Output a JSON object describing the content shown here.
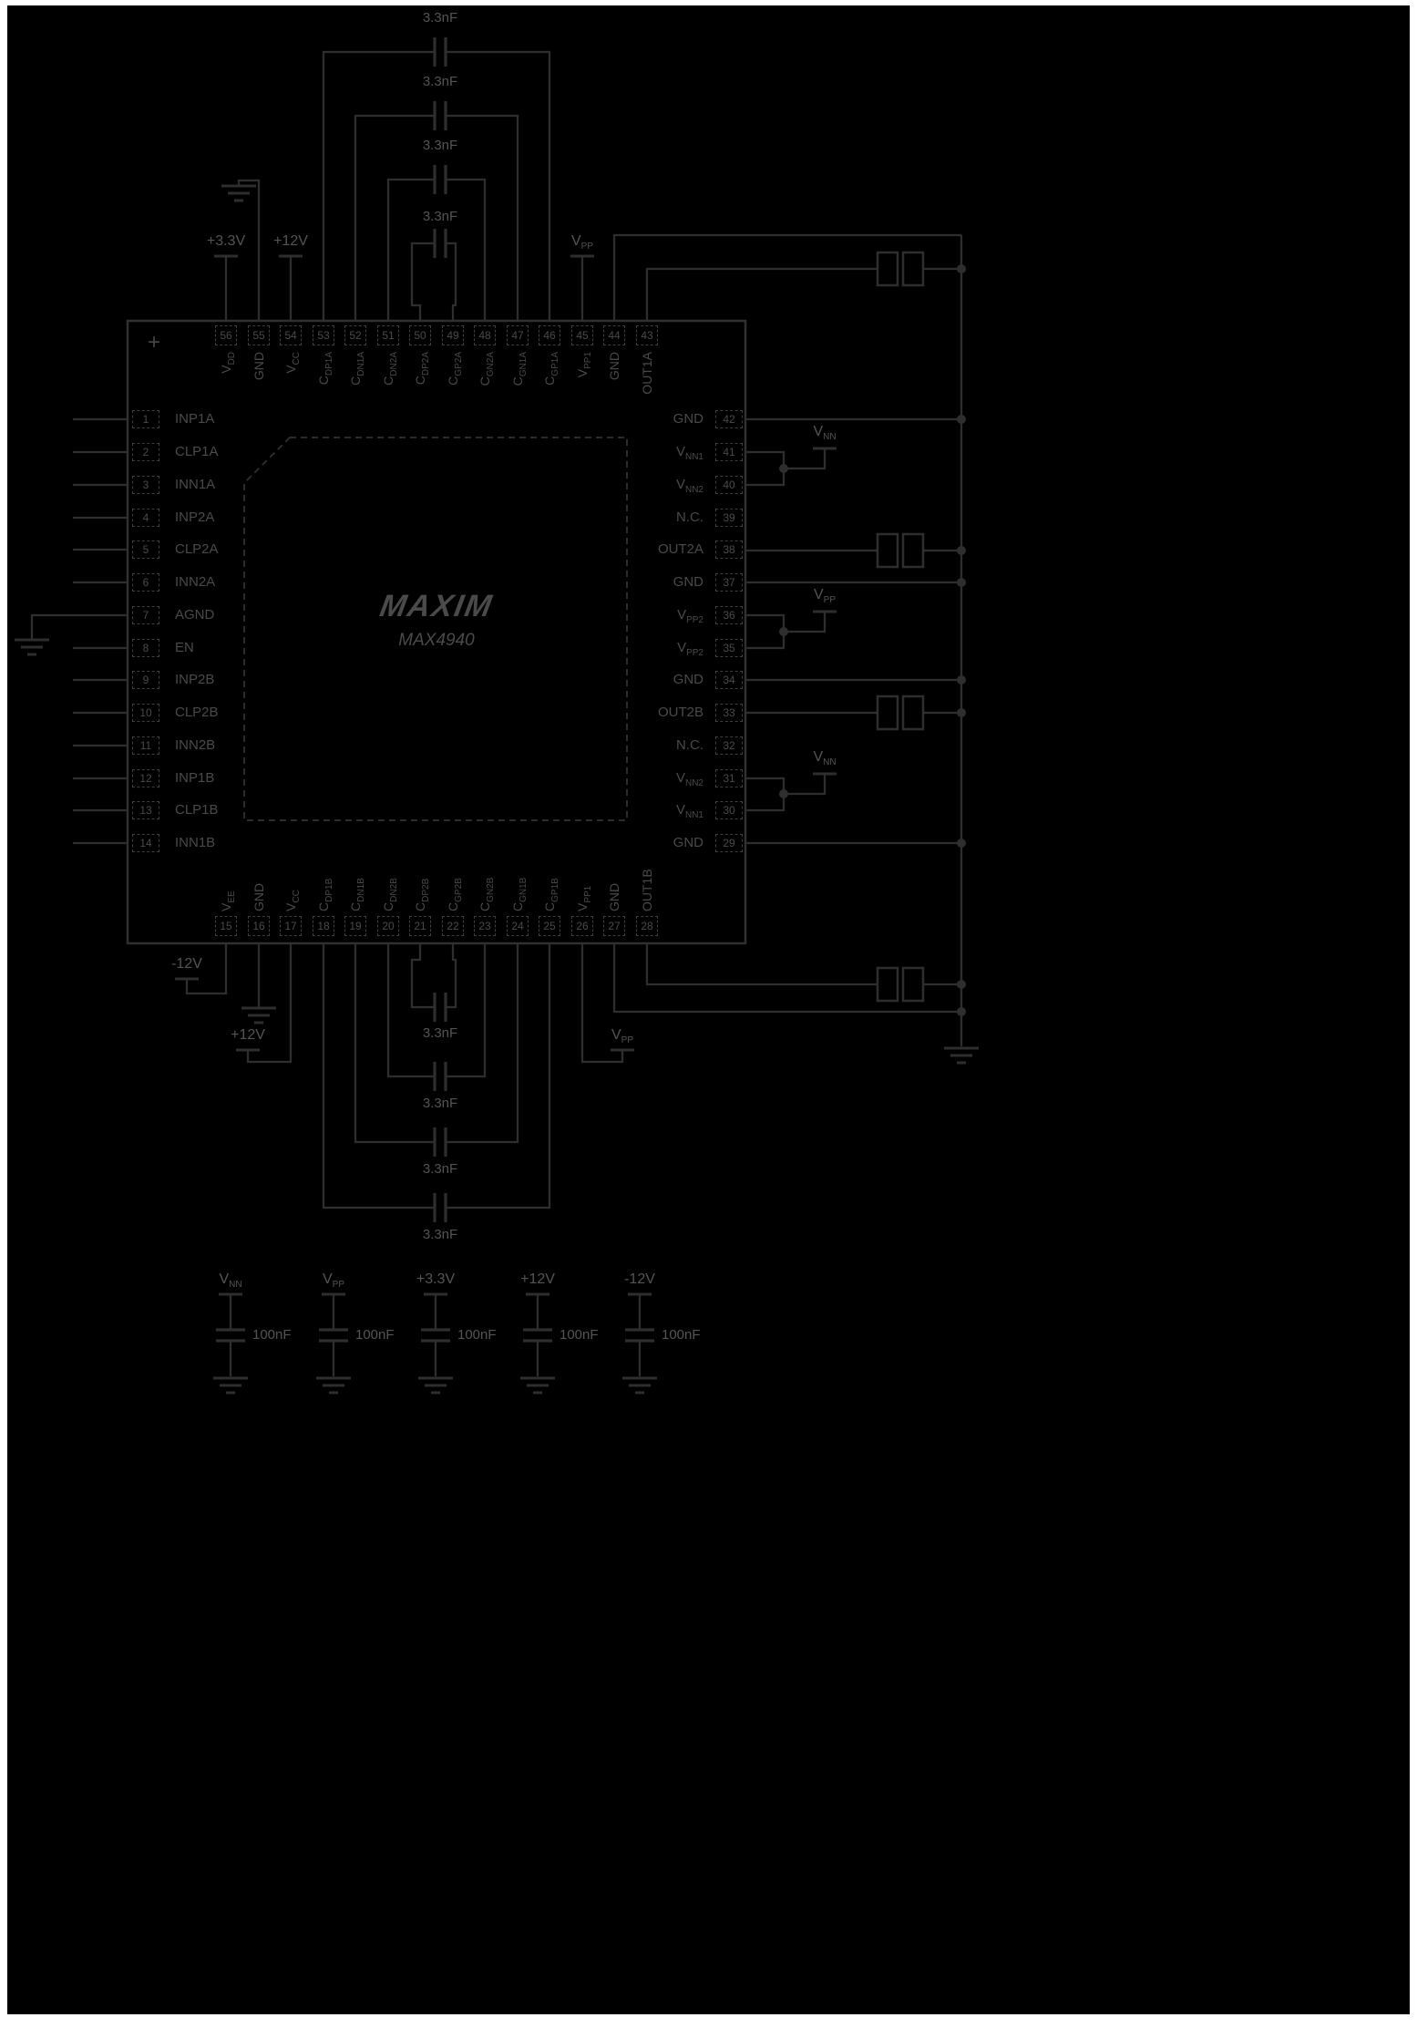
{
  "figure": {
    "logo": "MAXIM",
    "part_number": "MAX4940",
    "orientation_mark": "+"
  },
  "pins": {
    "left": [
      {
        "num": "1",
        "name": "INP1A"
      },
      {
        "num": "2",
        "name": "CLP1A"
      },
      {
        "num": "3",
        "name": "INN1A"
      },
      {
        "num": "4",
        "name": "INP2A"
      },
      {
        "num": "5",
        "name": "CLP2A"
      },
      {
        "num": "6",
        "name": "INN2A"
      },
      {
        "num": "7",
        "name": "AGND"
      },
      {
        "num": "8",
        "name": "EN"
      },
      {
        "num": "9",
        "name": "INP2B"
      },
      {
        "num": "10",
        "name": "CLP2B"
      },
      {
        "num": "11",
        "name": "INN2B"
      },
      {
        "num": "12",
        "name": "INP1B"
      },
      {
        "num": "13",
        "name": "CLP1B"
      },
      {
        "num": "14",
        "name": "INN1B"
      }
    ],
    "right": [
      {
        "num": "42",
        "name": "GND"
      },
      {
        "num": "41",
        "name": "V~NN1"
      },
      {
        "num": "40",
        "name": "V~NN2"
      },
      {
        "num": "39",
        "name": "N.C."
      },
      {
        "num": "38",
        "name": "OUT2A"
      },
      {
        "num": "37",
        "name": "GND"
      },
      {
        "num": "36",
        "name": "V~PP2"
      },
      {
        "num": "35",
        "name": "V~PP2"
      },
      {
        "num": "34",
        "name": "GND"
      },
      {
        "num": "33",
        "name": "OUT2B"
      },
      {
        "num": "32",
        "name": "N.C."
      },
      {
        "num": "31",
        "name": "V~NN2"
      },
      {
        "num": "30",
        "name": "V~NN1"
      },
      {
        "num": "29",
        "name": "GND"
      }
    ],
    "top": [
      {
        "num": "56",
        "name": "V~DD"
      },
      {
        "num": "55",
        "name": "GND"
      },
      {
        "num": "54",
        "name": "V~CC"
      },
      {
        "num": "53",
        "name": "C~DP1A"
      },
      {
        "num": "52",
        "name": "C~DN1A"
      },
      {
        "num": "51",
        "name": "C~DN2A"
      },
      {
        "num": "50",
        "name": "C~DP2A"
      },
      {
        "num": "49",
        "name": "C~GP2A"
      },
      {
        "num": "48",
        "name": "C~GN2A"
      },
      {
        "num": "47",
        "name": "C~GN1A"
      },
      {
        "num": "46",
        "name": "C~GP1A"
      },
      {
        "num": "45",
        "name": "V~PP1"
      },
      {
        "num": "44",
        "name": "GND"
      },
      {
        "num": "43",
        "name": "OUT1A"
      }
    ],
    "bottom": [
      {
        "num": "15",
        "name": "V~EE"
      },
      {
        "num": "16",
        "name": "GND"
      },
      {
        "num": "17",
        "name": "V~CC"
      },
      {
        "num": "18",
        "name": "C~DP1B"
      },
      {
        "num": "19",
        "name": "C~DN1B"
      },
      {
        "num": "20",
        "name": "C~DN2B"
      },
      {
        "num": "21",
        "name": "C~DP2B"
      },
      {
        "num": "22",
        "name": "C~GP2B"
      },
      {
        "num": "23",
        "name": "C~GN2B"
      },
      {
        "num": "24",
        "name": "C~GN1B"
      },
      {
        "num": "25",
        "name": "C~GP1B"
      },
      {
        "num": "26",
        "name": "V~PP1"
      },
      {
        "num": "27",
        "name": "GND"
      },
      {
        "num": "28",
        "name": "OUT1B"
      }
    ]
  },
  "supplies": {
    "top": [
      {
        "label": "+3.3V"
      },
      {
        "label": "+12V"
      },
      {
        "label": "V~PP"
      }
    ],
    "right": [
      {
        "label": "V~NN"
      },
      {
        "label": "V~PP"
      },
      {
        "label": "V~NN"
      }
    ],
    "bottom": [
      {
        "label": "-12V"
      },
      {
        "label": "+12V"
      },
      {
        "label": "V~PP"
      }
    ]
  },
  "capacitors": {
    "coupling_top": [
      "3.3nF",
      "3.3nF",
      "3.3nF",
      "3.3nF"
    ],
    "coupling_bottom": [
      "3.3nF",
      "3.3nF",
      "3.3nF",
      "3.3nF"
    ],
    "decoupling": [
      {
        "rail": "V~NN",
        "value": "100nF"
      },
      {
        "rail": "V~PP",
        "value": "100nF"
      },
      {
        "rail": "+3.3V",
        "value": "100nF"
      },
      {
        "rail": "+12V",
        "value": "100nF"
      },
      {
        "rail": "-12V",
        "value": "100nF"
      }
    ]
  },
  "colors": {
    "background": "#000000",
    "page_margin": "#ffffff",
    "wire": "#2e2e2e",
    "label_text": "#4a4a4a",
    "value_text": "#545454"
  }
}
